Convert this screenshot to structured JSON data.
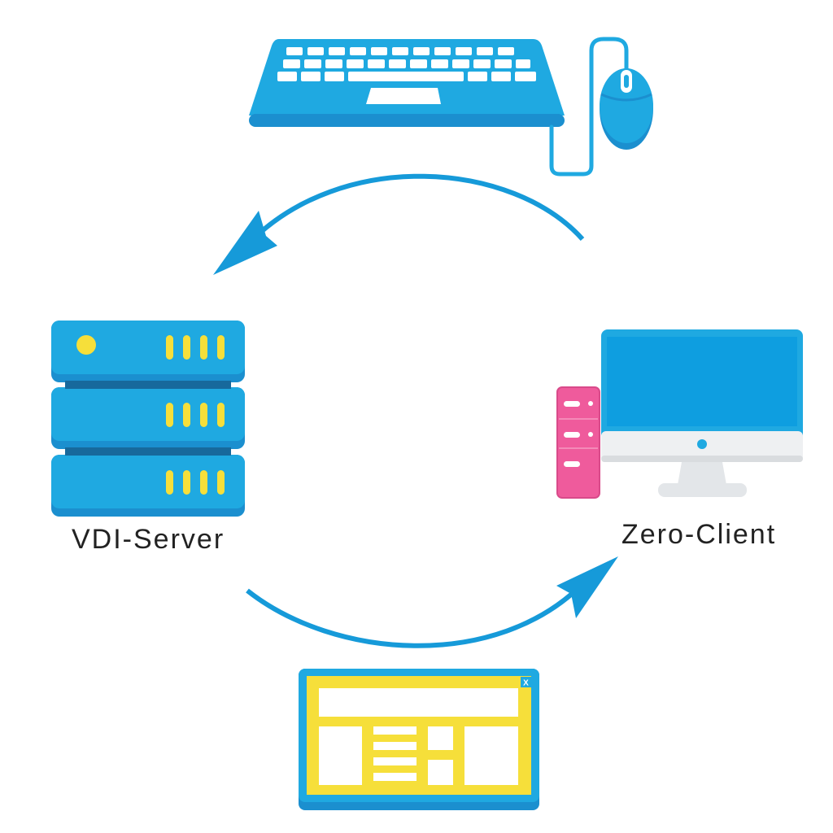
{
  "labels": {
    "server": "VDI-Server",
    "client": "Zero-Client",
    "window_close": "X"
  },
  "icons": {
    "input_devices": [
      "laptop-keyboard-icon",
      "mouse-icon"
    ],
    "server": "server-rack-icon",
    "client": [
      "desktop-monitor-icon",
      "pc-tower-icon"
    ],
    "display_output": "application-window-icon"
  },
  "arrows": [
    {
      "from": "input-devices",
      "to": "VDI-Server"
    },
    {
      "from": "VDI-Server",
      "to": "Zero-Client"
    }
  ],
  "colors": {
    "primary_blue": "#1fa9e1",
    "dark_blue": "#1b8fcf",
    "arrow_blue": "#169ad9",
    "accent_yellow": "#f6df3a",
    "tower_pink": "#ef5b9c",
    "monitor_screen": "#0e9ee0",
    "text": "#222222"
  }
}
